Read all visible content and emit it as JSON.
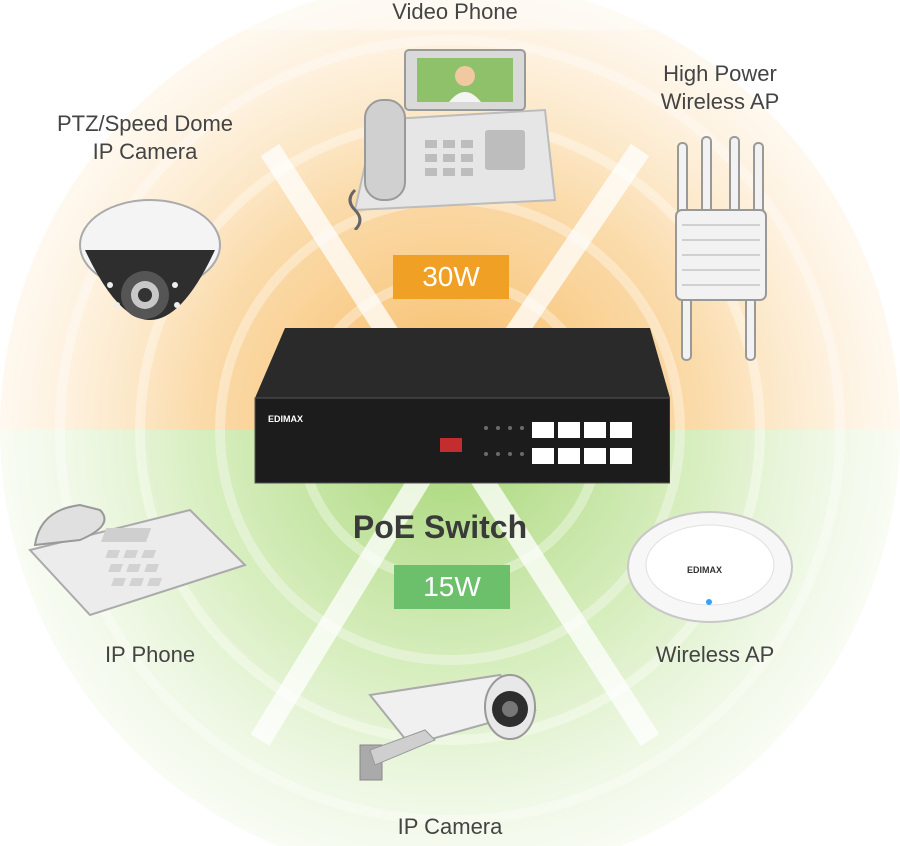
{
  "devices": {
    "video_phone": "Video Phone",
    "high_power_ap_line1": "High Power",
    "high_power_ap_line2": "Wireless AP",
    "ptz_line1": "PTZ/Speed Dome",
    "ptz_line2": "IP Camera",
    "ip_phone": "IP Phone",
    "wireless_ap": "Wireless AP",
    "ip_camera": "IP Camera"
  },
  "switch": {
    "title": "PoE Switch",
    "brand": "EDIMAX"
  },
  "power": {
    "high": "30W",
    "standard": "15W"
  },
  "ap_brand": "EDIMAX",
  "colors": {
    "orange_zone": "#f6b352",
    "green_zone": "#9fd36b",
    "orange_badge": "#f0a024",
    "green_badge": "#6cc06c"
  }
}
